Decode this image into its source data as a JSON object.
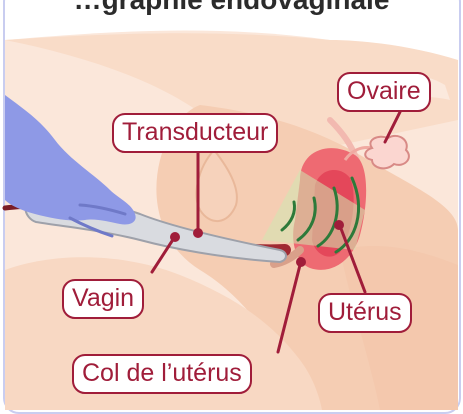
{
  "diagram": {
    "title": "…graphie endovaginale",
    "labels": {
      "ovaire": "Ovaire",
      "transducteur": "Transducteur",
      "vagin": "Vagin",
      "uterus": "Utérus",
      "col": "Col de l’utérus"
    },
    "colors": {
      "label_border": "#a01d3a",
      "frame_border": "#c9cdf0",
      "tissue_light": "#fbe1cf",
      "tissue_mid": "#f2c3a6",
      "uterus_red": "#e4475a",
      "glove_blue": "#8e99e6",
      "ultrasound_beam": "#cfe7b0"
    }
  }
}
